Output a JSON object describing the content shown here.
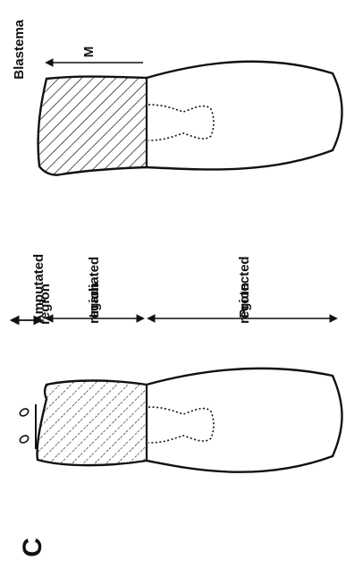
{
  "panel": {
    "letter": "C"
  },
  "left_worm": {
    "amputated_label_line1": "Amputated",
    "amputated_label_line2": "region",
    "irradiated_label_line1": "Irradiated",
    "irradiated_label_line2": "region",
    "protected_label_line1": "Protected",
    "protected_label_line2": "region"
  },
  "right_worm": {
    "blastema_label": "Blastema",
    "m_label": "M"
  },
  "colors": {
    "ink": "#111111",
    "background": "#ffffff"
  }
}
